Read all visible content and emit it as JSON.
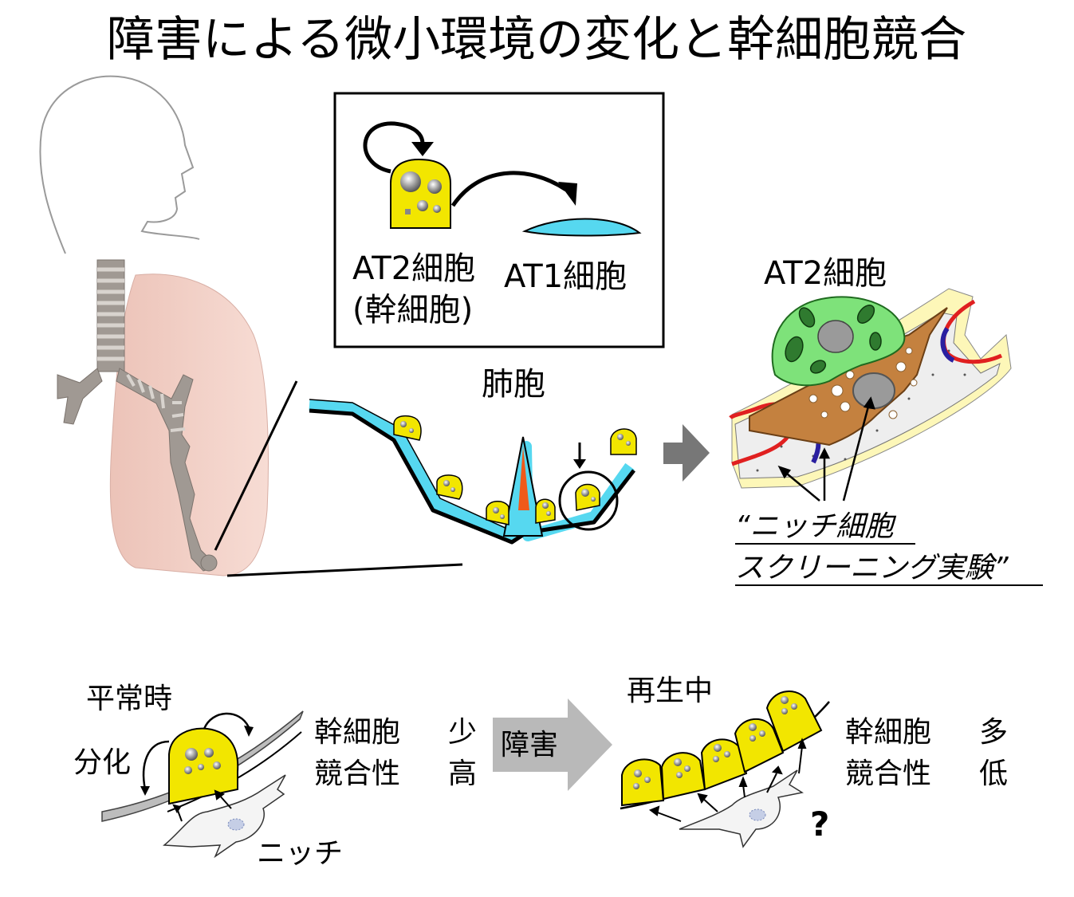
{
  "title": "障害による微小環境の変化と幹細胞競合",
  "inset": {
    "at2_label": "AT2細胞",
    "at2_sub": "(幹細胞)",
    "at1_label": "AT1細胞"
  },
  "alveolus_label": "肺胞",
  "niche_panel": {
    "at2_label": "AT2細胞",
    "quote_line1": "“ニッチ細胞",
    "quote_line2": "スクリーニング実験”"
  },
  "bottom_left": {
    "state": "平常時",
    "differentiation": "分化",
    "niche": "ニッチ",
    "row1_label": "幹細胞",
    "row1_value": "少",
    "row2_label": "競合性",
    "row2_value": "高"
  },
  "bottom_arrow_label": "障害",
  "bottom_right": {
    "state": "再生中",
    "row1_label": "幹細胞",
    "row1_value": "多",
    "row2_label": "競合性",
    "row2_value": "低",
    "question": "?"
  },
  "colors": {
    "at2_yellow": "#f2e600",
    "at1_cyan": "#56d8f0",
    "lung_pink": "#f1c9c0",
    "airway_gray": "#9b938d",
    "niche_brown": "#c4813f",
    "at2_green": "#7ee27a",
    "arrow_gray": "#b9b9b9",
    "vessel_red": "#e02020",
    "vessel_blue": "#2a1fa0"
  }
}
